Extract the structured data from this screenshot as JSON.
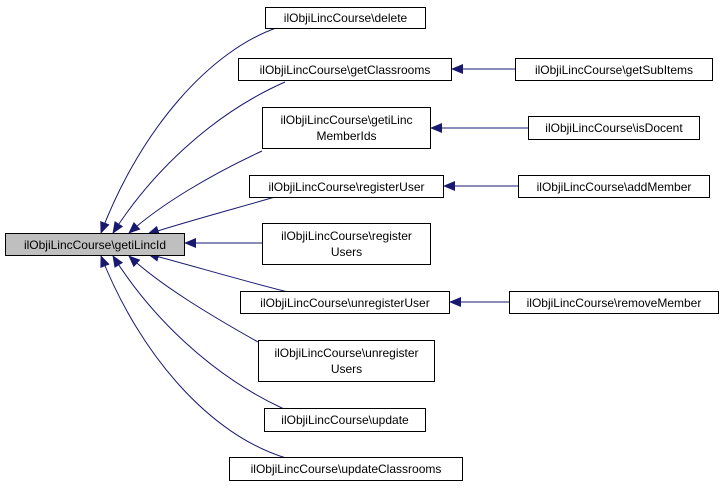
{
  "colors": {
    "edge": "#191970",
    "root_fill": "#bfbfbf",
    "node_fill": "#ffffff",
    "border": "#000000"
  },
  "nodes": {
    "root": {
      "lines": [
        "ilObjiLincCourse\\getiLincId"
      ]
    },
    "delete": {
      "lines": [
        "ilObjiLincCourse\\delete"
      ]
    },
    "getClassrooms": {
      "lines": [
        "ilObjiLincCourse\\getClassrooms"
      ]
    },
    "getiLincMemberIds": {
      "lines": [
        "ilObjiLincCourse\\getiLinc",
        "MemberIds"
      ]
    },
    "registerUser": {
      "lines": [
        "ilObjiLincCourse\\registerUser"
      ]
    },
    "registerUsers": {
      "lines": [
        "ilObjiLincCourse\\register",
        "Users"
      ]
    },
    "unregisterUser": {
      "lines": [
        "ilObjiLincCourse\\unregisterUser"
      ]
    },
    "unregisterUsers": {
      "lines": [
        "ilObjiLincCourse\\unregister",
        "Users"
      ]
    },
    "update": {
      "lines": [
        "ilObjiLincCourse\\update"
      ]
    },
    "updateClassrooms": {
      "lines": [
        "ilObjiLincCourse\\updateClassrooms"
      ]
    },
    "getSubItems": {
      "lines": [
        "ilObjiLincCourse\\getSubItems"
      ]
    },
    "isDocent": {
      "lines": [
        "ilObjiLincCourse\\isDocent"
      ]
    },
    "addMember": {
      "lines": [
        "ilObjiLincCourse\\addMember"
      ]
    },
    "removeMember": {
      "lines": [
        "ilObjiLincCourse\\removeMember"
      ]
    }
  },
  "edges": [
    {
      "from": "delete",
      "to": "root"
    },
    {
      "from": "getClassrooms",
      "to": "root"
    },
    {
      "from": "getiLincMemberIds",
      "to": "root"
    },
    {
      "from": "registerUser",
      "to": "root"
    },
    {
      "from": "registerUsers",
      "to": "root"
    },
    {
      "from": "unregisterUser",
      "to": "root"
    },
    {
      "from": "unregisterUsers",
      "to": "root"
    },
    {
      "from": "update",
      "to": "root"
    },
    {
      "from": "updateClassrooms",
      "to": "root"
    },
    {
      "from": "getSubItems",
      "to": "getClassrooms"
    },
    {
      "from": "isDocent",
      "to": "getiLincMemberIds"
    },
    {
      "from": "addMember",
      "to": "registerUser"
    },
    {
      "from": "removeMember",
      "to": "unregisterUser"
    }
  ]
}
